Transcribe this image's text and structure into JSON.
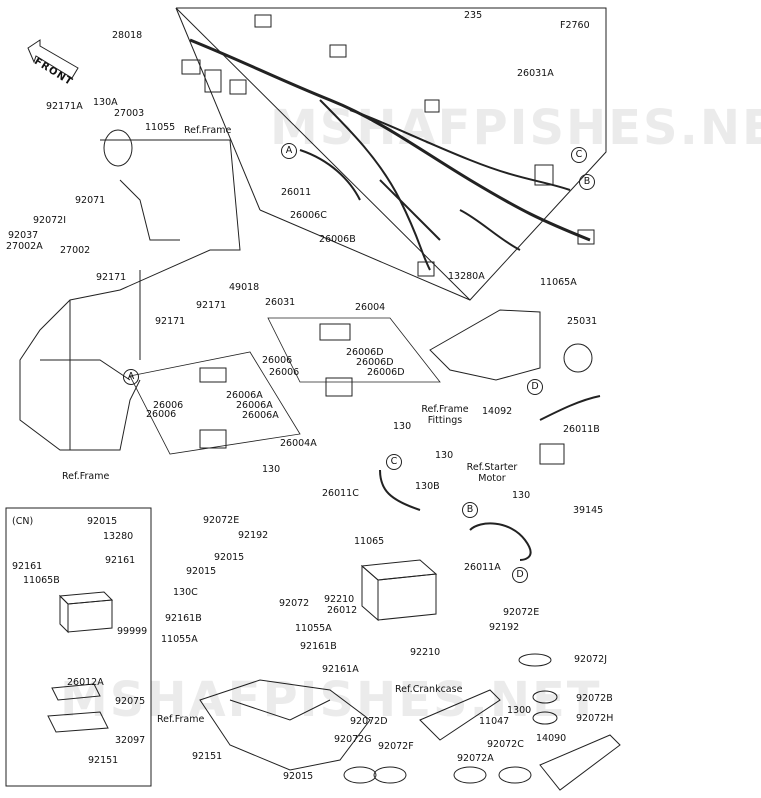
{
  "diagram_code": "F2760",
  "cn_label": "(CN)",
  "front_label": "FRONT",
  "watermark": "MSHAFPISHES.NET",
  "parts": [
    "28018",
    "92171A",
    "130A",
    "27003",
    "11055",
    "92071",
    "92072I",
    "92037",
    "27002A",
    "27002",
    "92171",
    "92171",
    "92171",
    "49018",
    "26031",
    "235",
    "26031A",
    "26011",
    "26006C",
    "26006B",
    "13280A",
    "11065A",
    "26004",
    "26006",
    "26006",
    "26006D",
    "26006D",
    "26006D",
    "26006",
    "26006",
    "26006A",
    "26006A",
    "26006A",
    "26004A",
    "130",
    "130",
    "25031",
    "14092",
    "26011B",
    "130",
    "26011C",
    "130B",
    "130",
    "39145",
    "26011A",
    "11065",
    "92072E",
    "92192",
    "92015",
    "92015",
    "130C",
    "92161B",
    "11055A",
    "92072",
    "11055A",
    "92161B",
    "92210",
    "26012",
    "92210",
    "92161A",
    "92072E",
    "92192",
    "92072J",
    "92072D",
    "92072G",
    "92072F",
    "11047",
    "1300",
    "92072B",
    "92072H",
    "14090",
    "92072C",
    "92072A",
    "92151",
    "92015",
    "92015",
    "13280",
    "92161",
    "92161",
    "11065B",
    "99999",
    "26012A",
    "92075",
    "32097",
    "92151"
  ],
  "refs": [
    "Ref.Frame",
    "Ref.Frame Fittings",
    "Ref.Starter Motor",
    "Ref.Frame",
    "Ref.Crankcase",
    "Ref.Frame"
  ],
  "callouts": [
    "A",
    "A",
    "B",
    "B",
    "C",
    "C",
    "D",
    "D"
  ]
}
